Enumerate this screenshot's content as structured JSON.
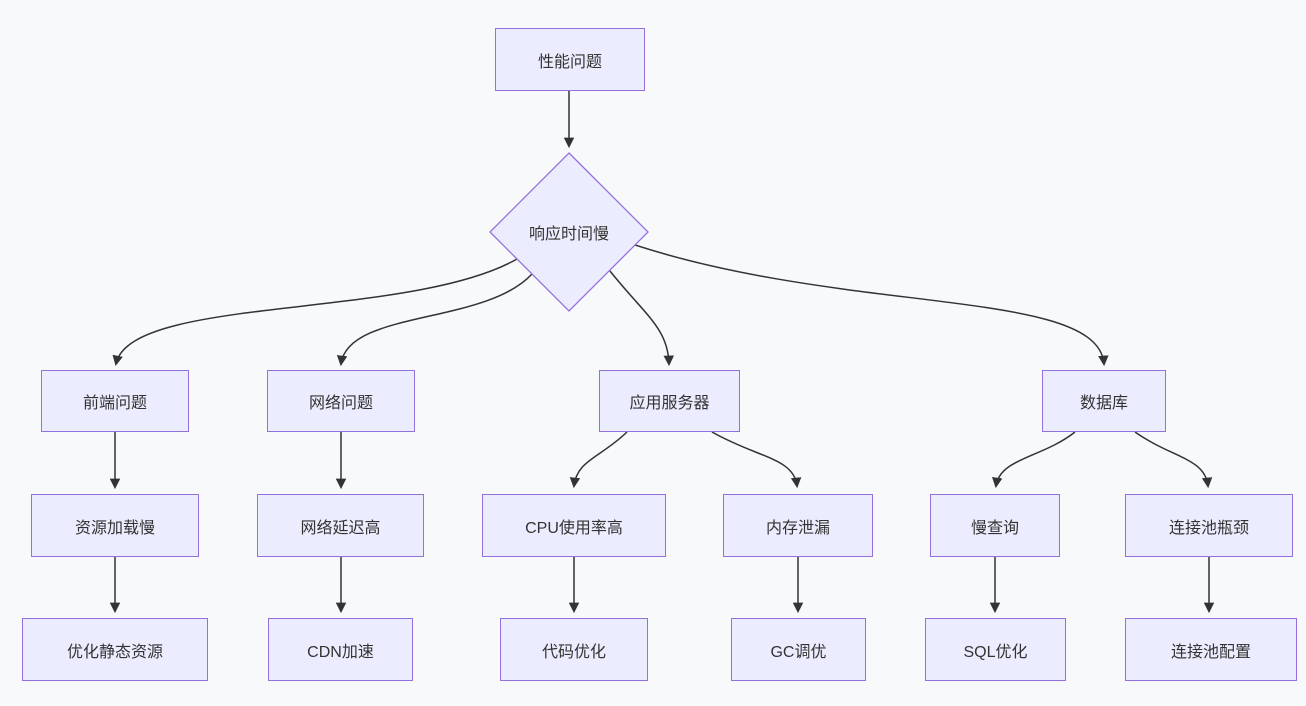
{
  "canvas": {
    "background": "#F8F9FB"
  },
  "colors": {
    "node_fill": "#ECECFF",
    "node_border": "#9370DB",
    "edge_line": "#333333",
    "label_text": "#333333"
  },
  "nodes": {
    "root": {
      "label": "性能问题",
      "shape": "rectangle"
    },
    "decision": {
      "label": "响应时间慢",
      "shape": "diamond"
    },
    "frontend": {
      "label": "前端问题",
      "shape": "rectangle"
    },
    "network": {
      "label": "网络问题",
      "shape": "rectangle"
    },
    "appserver": {
      "label": "应用服务器",
      "shape": "rectangle"
    },
    "database": {
      "label": "数据库",
      "shape": "rectangle"
    },
    "resource_slow": {
      "label": "资源加载慢",
      "shape": "rectangle"
    },
    "latency_high": {
      "label": "网络延迟高",
      "shape": "rectangle"
    },
    "cpu_high": {
      "label": "CPU使用率高",
      "shape": "rectangle"
    },
    "memory_leak": {
      "label": "内存泄漏",
      "shape": "rectangle"
    },
    "slow_query": {
      "label": "慢查询",
      "shape": "rectangle"
    },
    "pool_bottleneck": {
      "label": "连接池瓶颈",
      "shape": "rectangle"
    },
    "optimize_static": {
      "label": "优化静态资源",
      "shape": "rectangle"
    },
    "cdn": {
      "label": "CDN加速",
      "shape": "rectangle"
    },
    "code_opt": {
      "label": "代码优化",
      "shape": "rectangle"
    },
    "gc_tuning": {
      "label": "GC调优",
      "shape": "rectangle"
    },
    "sql_opt": {
      "label": "SQL优化",
      "shape": "rectangle"
    },
    "pool_config": {
      "label": "连接池配置",
      "shape": "rectangle"
    }
  },
  "edges": [
    {
      "from": "root",
      "to": "decision"
    },
    {
      "from": "decision",
      "to": "frontend"
    },
    {
      "from": "decision",
      "to": "network"
    },
    {
      "from": "decision",
      "to": "appserver"
    },
    {
      "from": "decision",
      "to": "database"
    },
    {
      "from": "frontend",
      "to": "resource_slow"
    },
    {
      "from": "network",
      "to": "latency_high"
    },
    {
      "from": "appserver",
      "to": "cpu_high"
    },
    {
      "from": "appserver",
      "to": "memory_leak"
    },
    {
      "from": "database",
      "to": "slow_query"
    },
    {
      "from": "database",
      "to": "pool_bottleneck"
    },
    {
      "from": "resource_slow",
      "to": "optimize_static"
    },
    {
      "from": "latency_high",
      "to": "cdn"
    },
    {
      "from": "cpu_high",
      "to": "code_opt"
    },
    {
      "from": "memory_leak",
      "to": "gc_tuning"
    },
    {
      "from": "slow_query",
      "to": "sql_opt"
    },
    {
      "from": "pool_bottleneck",
      "to": "pool_config"
    }
  ]
}
